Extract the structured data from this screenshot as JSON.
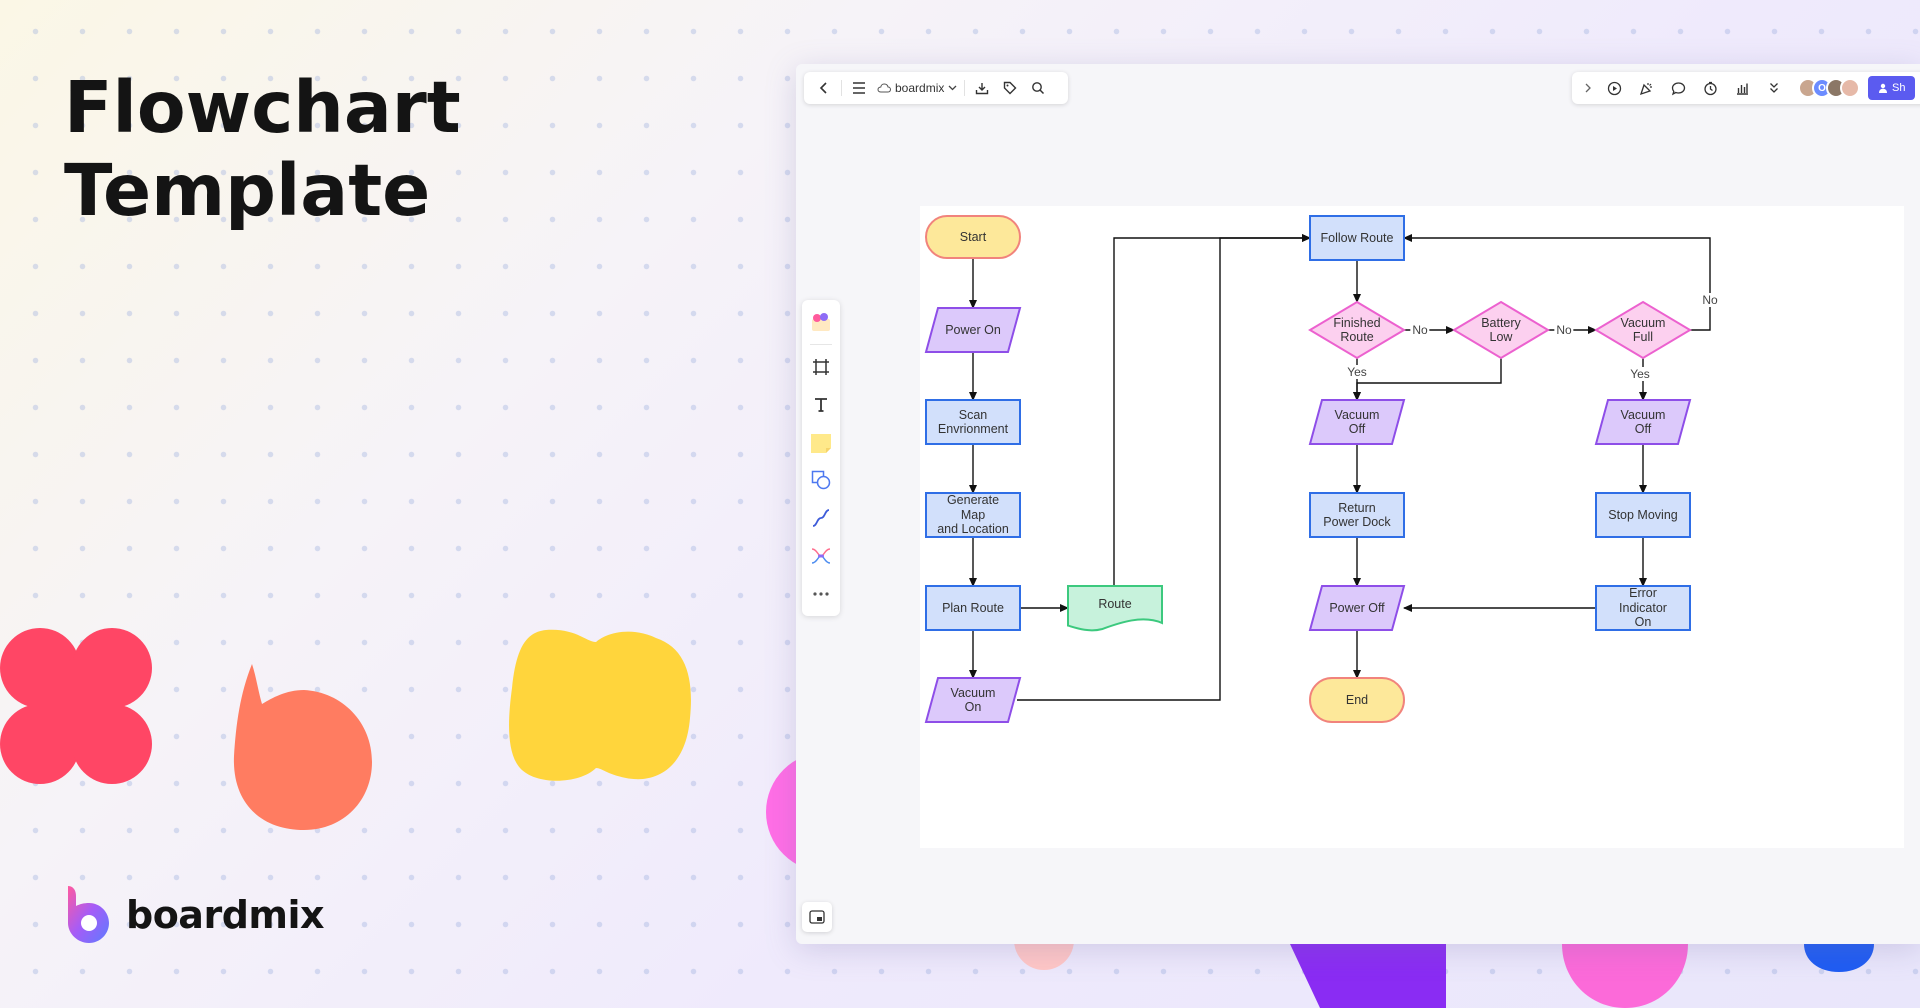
{
  "title_lines": [
    "Flowchart",
    "Template"
  ],
  "brand": {
    "name": "boardmix"
  },
  "toolbar": {
    "doc_name": "boardmix",
    "left_icons": [
      "back-arrow-icon",
      "menu-icon",
      "cloud-icon",
      "chevron-down-icon",
      "download-icon",
      "tag-icon",
      "search-icon"
    ],
    "right_icons": [
      "chevron-right-icon",
      "play-icon",
      "celebrate-icon",
      "comment-icon",
      "timer-icon",
      "chart-icon",
      "more-chevron-icon"
    ],
    "avatar_initial": "O",
    "share_label": "Sh"
  },
  "side_toolbar": {
    "tools": [
      "template-icon",
      "frame-icon",
      "text-icon",
      "sticky-note-icon",
      "shape-icon",
      "connector-icon",
      "mindmap-icon",
      "more-dots-icon"
    ]
  },
  "flowchart": {
    "nodes": [
      {
        "id": "start",
        "label": "Start",
        "shape": "terminal",
        "color": "yellow"
      },
      {
        "id": "power_on",
        "label": "Power On",
        "shape": "parallelogram",
        "color": "purple"
      },
      {
        "id": "scan",
        "label": "Scan\nEnvrionment",
        "shape": "process",
        "color": "blue"
      },
      {
        "id": "genmap",
        "label": "Generate Map\nand Location",
        "shape": "process",
        "color": "blue"
      },
      {
        "id": "plan",
        "label": "Plan Route",
        "shape": "process",
        "color": "blue"
      },
      {
        "id": "route",
        "label": "Route",
        "shape": "document",
        "color": "green"
      },
      {
        "id": "vac_on",
        "label": "Vacuum\nOn",
        "shape": "parallelogram",
        "color": "purple"
      },
      {
        "id": "follow",
        "label": "Follow Route",
        "shape": "process",
        "color": "blue"
      },
      {
        "id": "finished",
        "label": "Finished\nRoute",
        "shape": "decision",
        "color": "pink"
      },
      {
        "id": "battery",
        "label": "Battery\nLow",
        "shape": "decision",
        "color": "pink"
      },
      {
        "id": "vfull",
        "label": "Vacuum\nFull",
        "shape": "decision",
        "color": "pink"
      },
      {
        "id": "voff1",
        "label": "Vacuum\nOff",
        "shape": "parallelogram",
        "color": "purple"
      },
      {
        "id": "voff2",
        "label": "Vacuum\nOff",
        "shape": "parallelogram",
        "color": "purple"
      },
      {
        "id": "return",
        "label": "Return\nPower Dock",
        "shape": "process",
        "color": "blue"
      },
      {
        "id": "stop",
        "label": "Stop Moving",
        "shape": "process",
        "color": "blue"
      },
      {
        "id": "poweroff",
        "label": "Power Off",
        "shape": "parallelogram",
        "color": "purple"
      },
      {
        "id": "error",
        "label": "Error Indicator\nOn",
        "shape": "process",
        "color": "blue"
      },
      {
        "id": "end",
        "label": "End",
        "shape": "terminal",
        "color": "yellow"
      }
    ],
    "edge_labels": [
      {
        "id": "fin_no",
        "text": "No"
      },
      {
        "id": "bat_no",
        "text": "No"
      },
      {
        "id": "full_no",
        "text": "No"
      },
      {
        "id": "fin_yes",
        "text": "Yes"
      },
      {
        "id": "full_yes",
        "text": "Yes"
      }
    ],
    "colors": {
      "yellow": {
        "fill": "#fde89a",
        "stroke": "#f1837c"
      },
      "purple": {
        "fill": "#dcc9fb",
        "stroke": "#8e4ee8"
      },
      "blue": {
        "fill": "#d2e0fb",
        "stroke": "#2f6ee6"
      },
      "green": {
        "fill": "#c7f2dc",
        "stroke": "#3cc97e"
      },
      "pink": {
        "fill": "#fcd0ef",
        "stroke": "#ec61cf"
      }
    }
  }
}
